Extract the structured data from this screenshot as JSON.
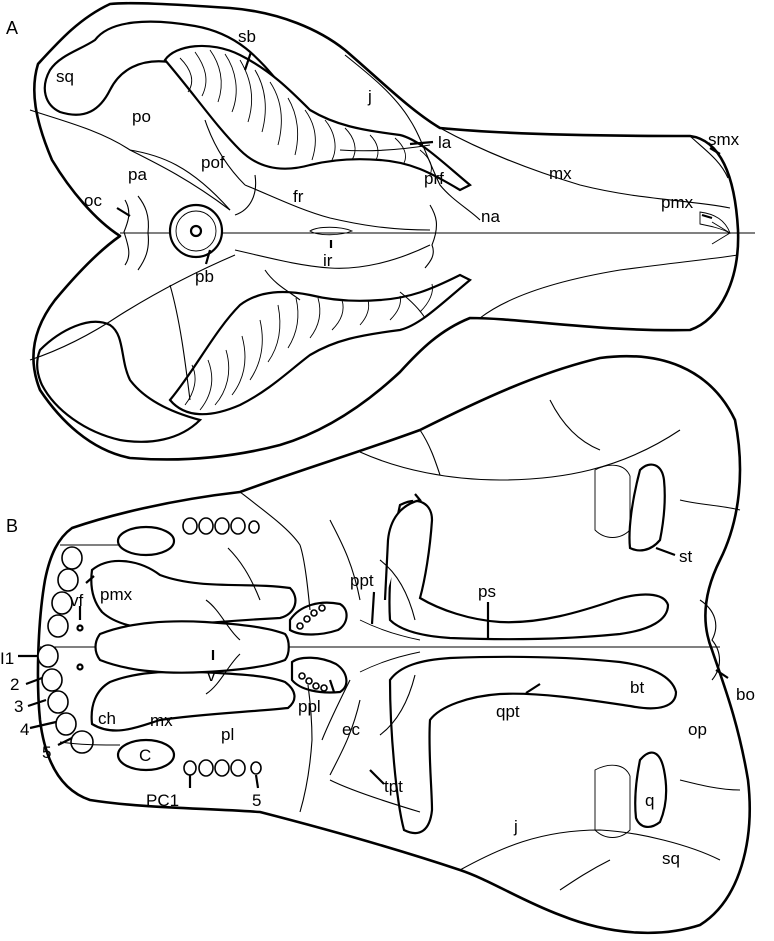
{
  "panels": {
    "A": "A",
    "B": "B"
  },
  "labels_a": {
    "sq": "sq",
    "sb": "sb",
    "po": "po",
    "j": "j",
    "la": "la",
    "pof": "pof",
    "smx": "smx",
    "mx": "mx",
    "pa": "pa",
    "prf": "prf",
    "fr": "fr",
    "oc": "oc",
    "pmx": "pmx",
    "na": "na",
    "ir": "ir",
    "pb": "pb"
  },
  "labels_b": {
    "st": "st",
    "ppt": "ppt",
    "ps": "ps",
    "pmx": "pmx",
    "vf": "vf",
    "I1": "I1",
    "v": "v",
    "n2": "2",
    "bt": "bt",
    "bo": "bo",
    "ppl": "ppl",
    "n3": "3",
    "qpt": "qpt",
    "ch": "ch",
    "mx": "mx",
    "pl": "pl",
    "n4": "4",
    "ec": "ec",
    "op": "op",
    "n5": "5",
    "C": "C",
    "tpt": "tpt",
    "PC1": "PC1",
    "n5b": "5",
    "q": "q",
    "j": "j",
    "sq": "sq"
  }
}
